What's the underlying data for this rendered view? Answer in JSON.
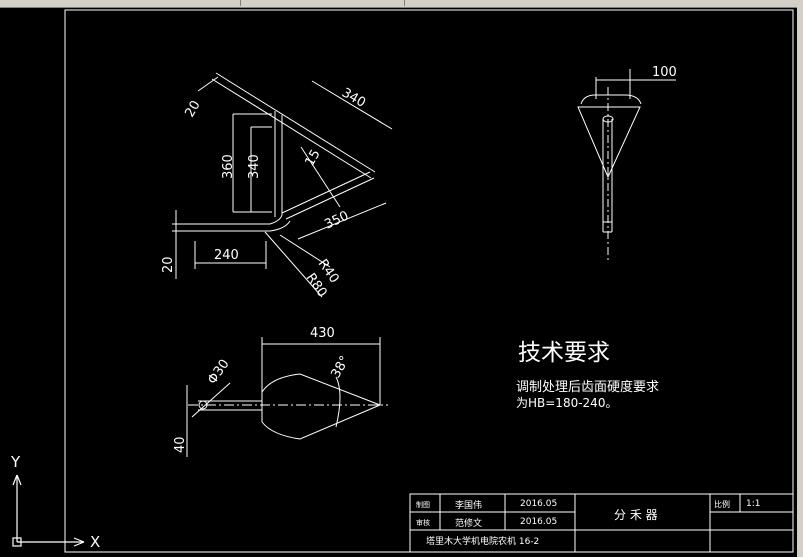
{
  "app": {
    "name": "AutoCAD model space viewport"
  },
  "colors": {
    "background": "#000000",
    "lines": "#ffffff",
    "accent_icon": "#ffffff"
  },
  "drawing": {
    "front_view_dims": {
      "d_20_top": "20",
      "d_340_diag": "340",
      "d_360": "360",
      "d_340_vert": "340",
      "d_15": "15",
      "d_350": "350",
      "d_240": "240",
      "d_20_bottom": "20",
      "d_r40": "R40",
      "d_r80": "R80"
    },
    "side_view_dims": {
      "d_100": "100"
    },
    "bottom_view_dims": {
      "d_430": "430",
      "d_phi30": "Φ30",
      "d_38deg": "38°",
      "d_40": "40"
    },
    "tech_requirements": {
      "title": "技术要求",
      "line1": "调制处理后齿面硬度要求",
      "line2": "为HB=180-240。"
    },
    "title_block": {
      "label_drawn": "制图",
      "name_drawn": "李国伟",
      "date_drawn": "2016.05",
      "label_checked": "审核",
      "name_checked": "范修文",
      "date_checked": "2016.05",
      "part_name": "分 禾 器",
      "scale_label": "比例",
      "scale_value": "1:1",
      "org": "塔里木大学机电院农机 16-2"
    },
    "ucs": {
      "x_label": "X",
      "y_label": "Y"
    }
  }
}
